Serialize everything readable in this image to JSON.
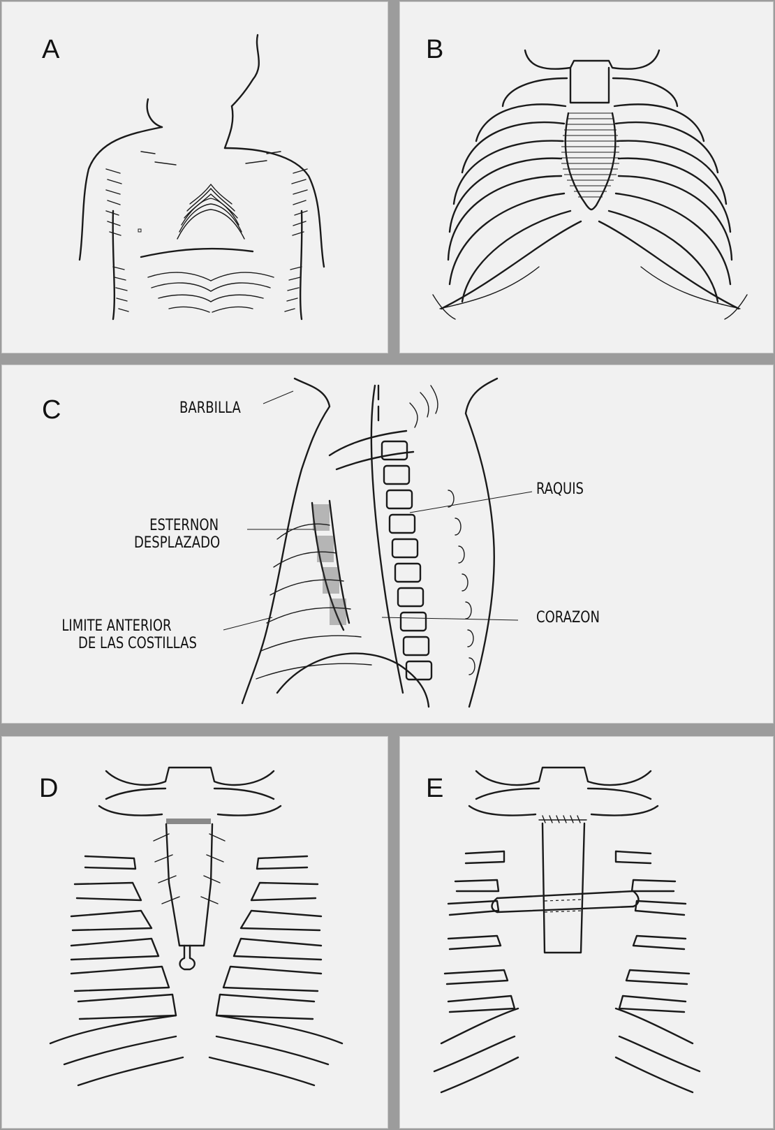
{
  "panels": {
    "a": {
      "letter": "A"
    },
    "b": {
      "letter": "B"
    },
    "c": {
      "letter": "C",
      "labels": {
        "barbilla": "BARBILLA",
        "raquis": "RAQUIS",
        "esternon_1": "ESTERNON",
        "esternon_2": "DESPLAZADO",
        "corazon": "CORAZON",
        "limite_1": "LIMITE ANTERIOR",
        "limite_2": "DE LAS COSTILLAS"
      }
    },
    "d": {
      "letter": "D"
    },
    "e": {
      "letter": "E"
    }
  }
}
